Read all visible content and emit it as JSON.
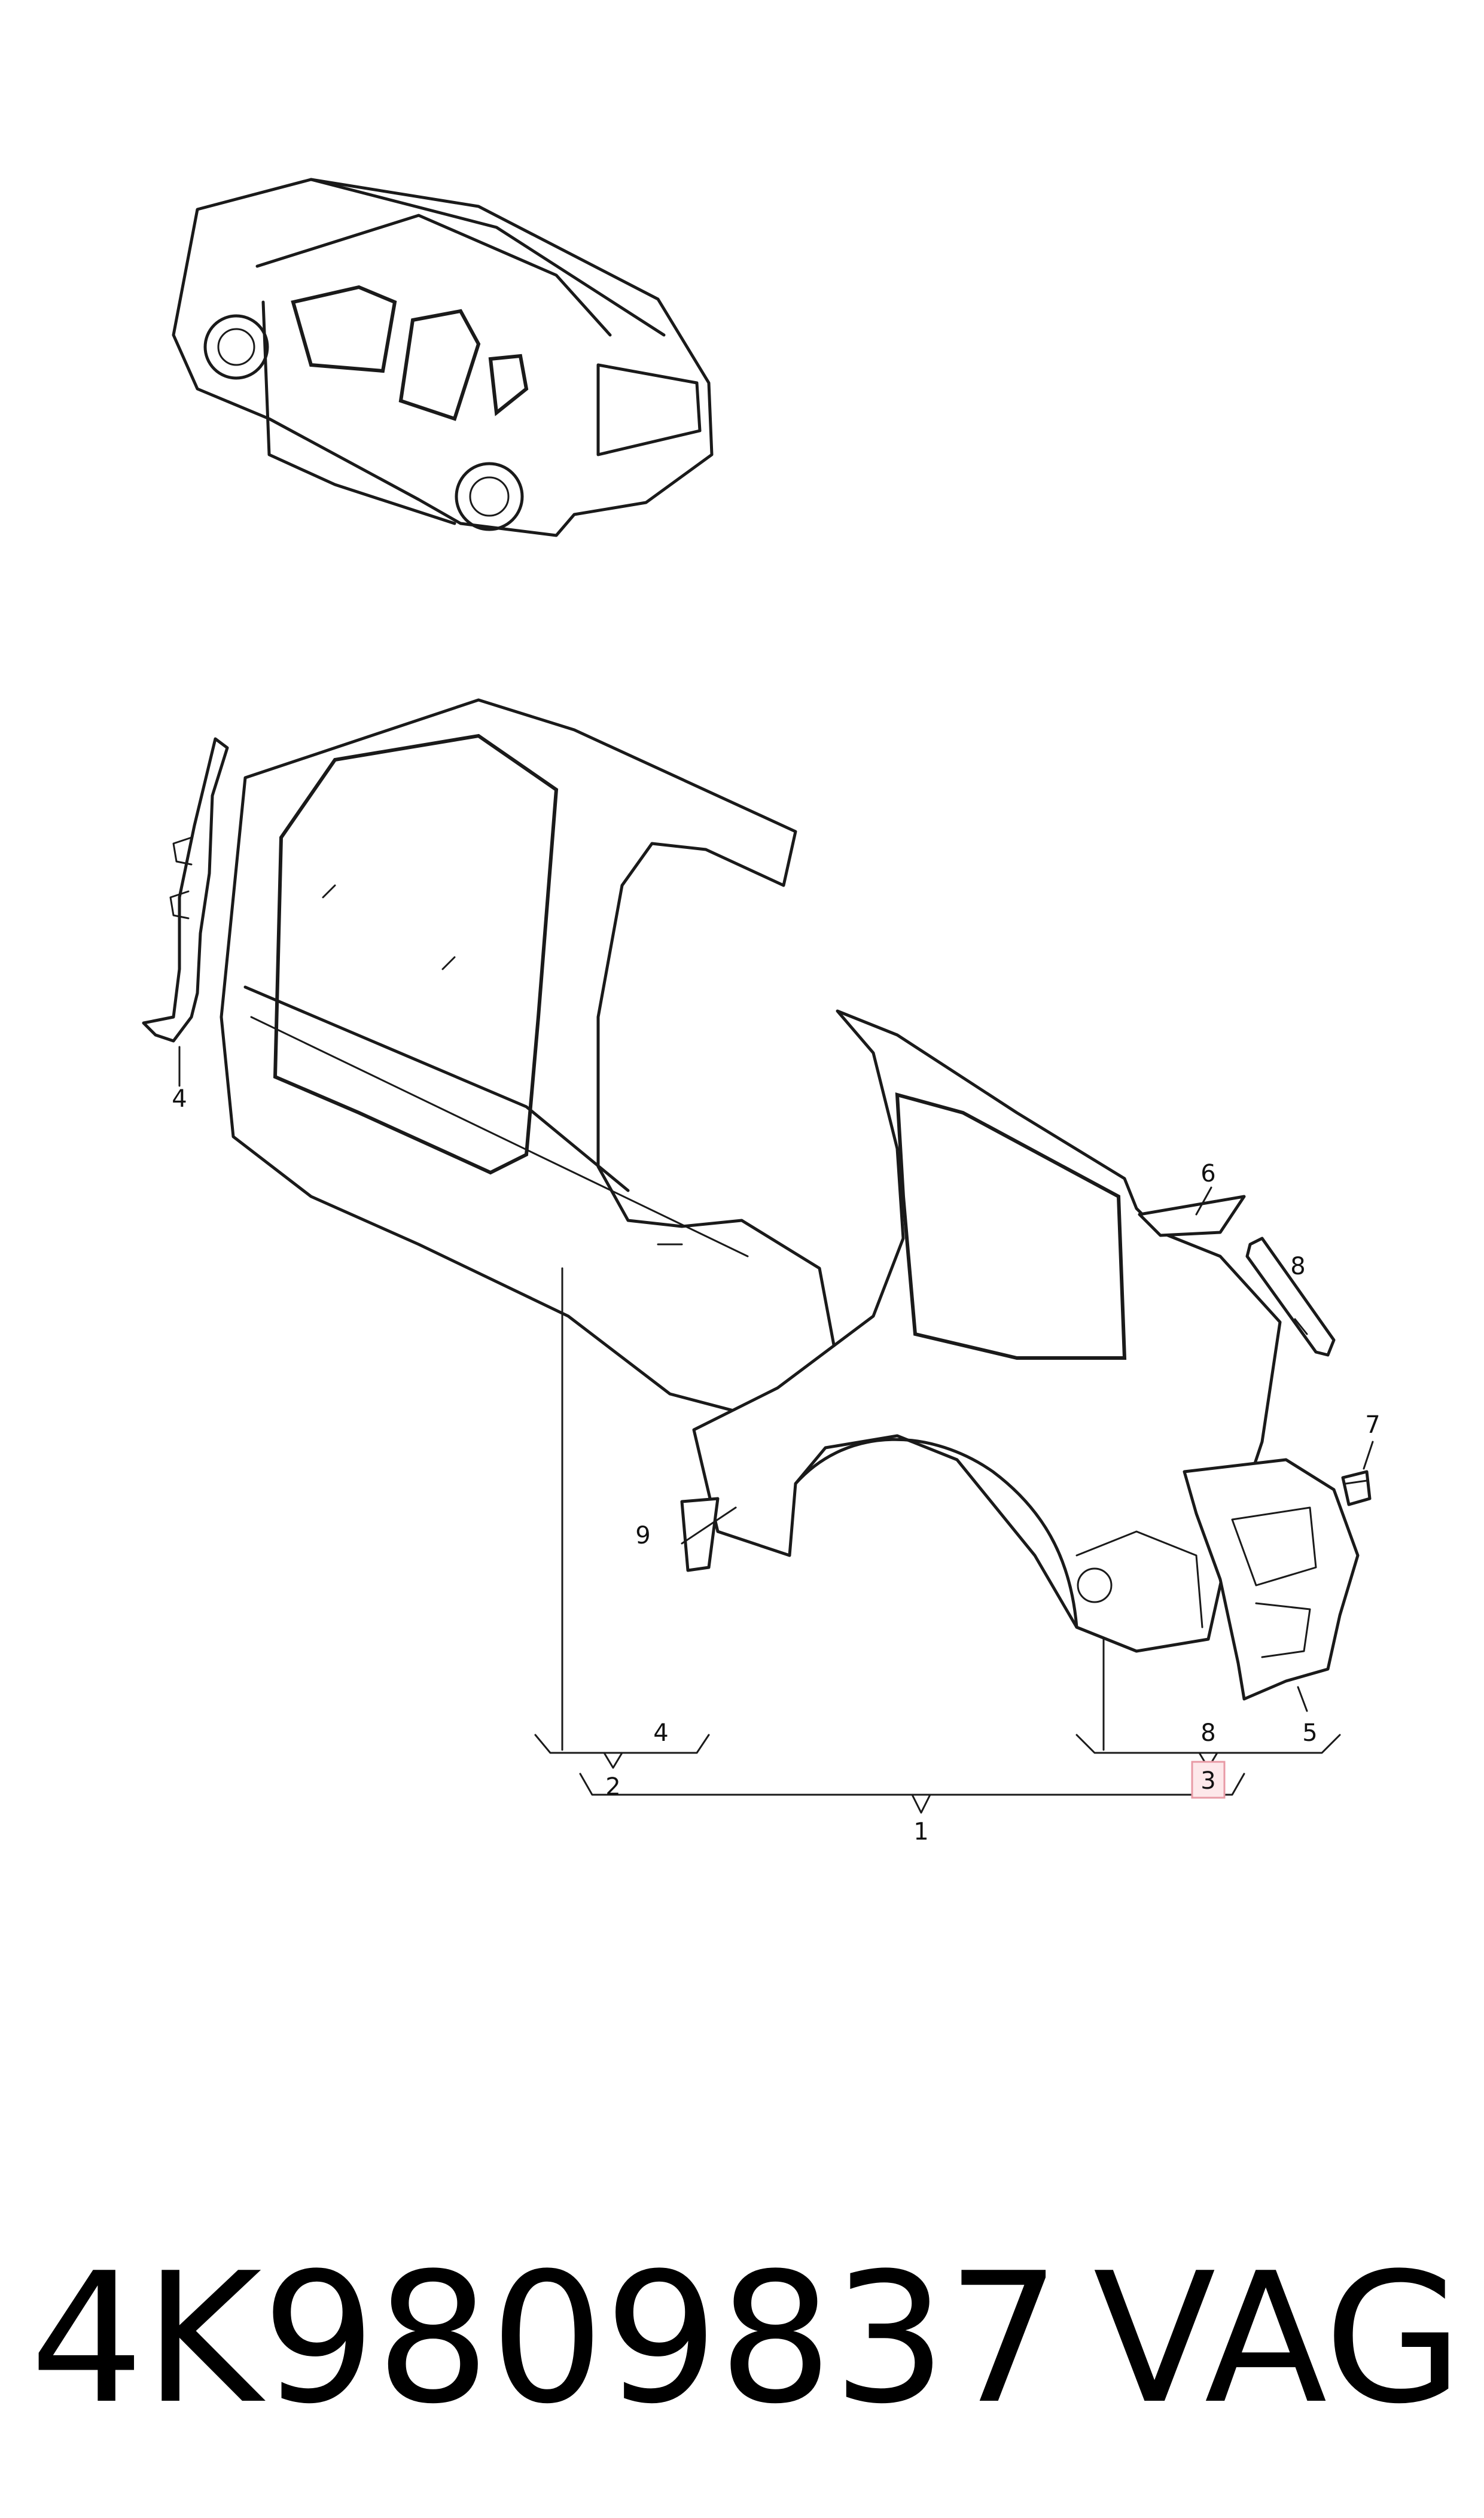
{
  "callouts": {
    "c1": "1",
    "c2": "2",
    "c3": "3",
    "c4a": "4",
    "c4b": "4",
    "c5": "5",
    "c6": "6",
    "c7": "7",
    "c8a": "8",
    "c8b": "8",
    "c9": "9"
  },
  "highlighted_callout": "3",
  "footer": {
    "part_number": "4K9809837",
    "brand": "VAG"
  }
}
